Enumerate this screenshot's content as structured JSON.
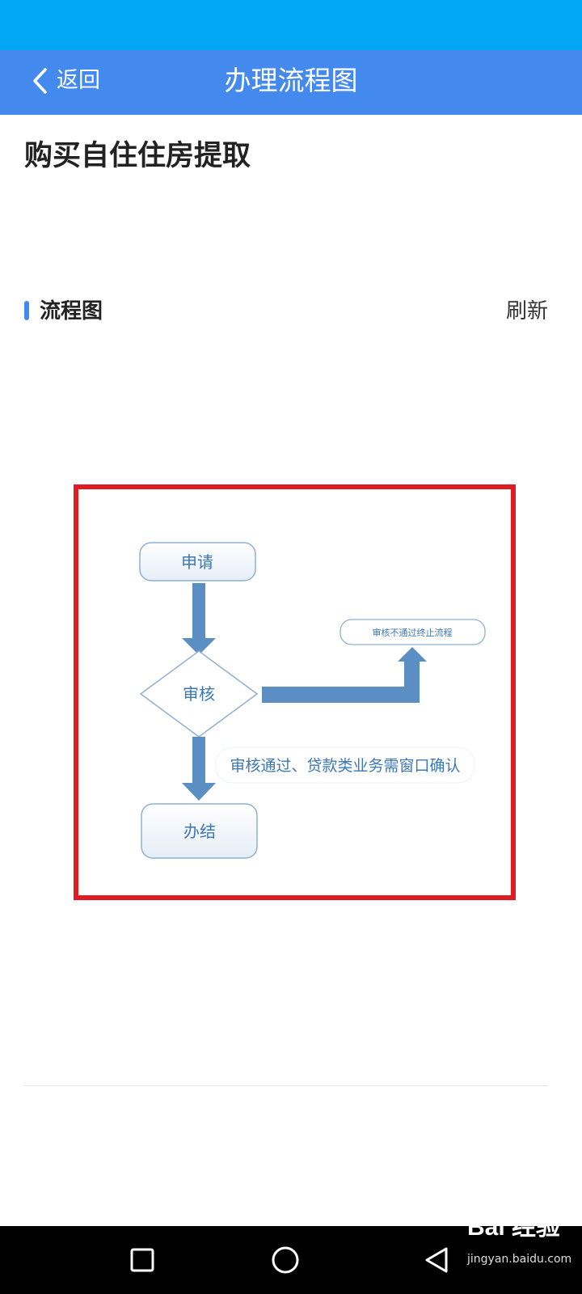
{
  "header": {
    "back_label": "返回",
    "title": "办理流程图"
  },
  "page": {
    "heading": "购买自住住房提取"
  },
  "section": {
    "title": "流程图",
    "refresh_label": "刷新"
  },
  "flowchart": {
    "nodes": {
      "apply": "申请",
      "review": "审核",
      "complete": "办结",
      "reject_note": "审核不通过终止流程",
      "approve_note": "审核通过、贷款类业务需窗口确认"
    }
  },
  "navigation": {
    "recent_icon": "square-icon",
    "home_icon": "circle-icon",
    "back_icon": "triangle-back-icon"
  },
  "watermark": {
    "brand": "Bai 经验",
    "url": "jingyan.baidu.com"
  },
  "colors": {
    "status_bar": "#02a8f3",
    "app_bar": "#448aee",
    "highlight_border": "#e01b22",
    "flow_arrow": "#5b8fc3",
    "flow_text": "#3c78b4"
  }
}
